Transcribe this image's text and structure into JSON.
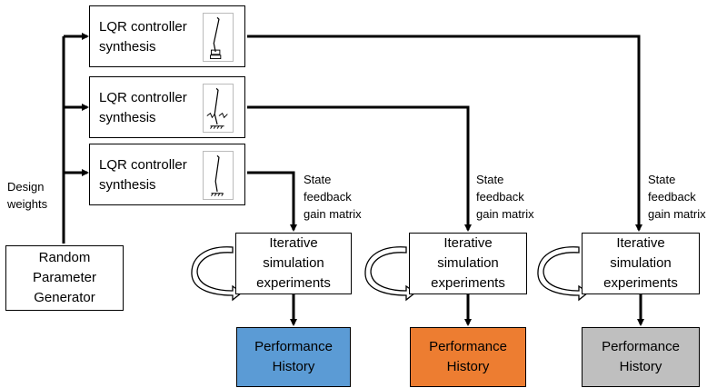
{
  "lqr_blocks": [
    {
      "label": "LQR controller\nsynthesis",
      "figure": "inverted-pendulum-on-cart-icon"
    },
    {
      "label": "LQR controller\nsynthesis",
      "figure": "pendulum-with-springs-icon"
    },
    {
      "label": "LQR controller\nsynthesis",
      "figure": "fixed-base-pendulum-icon"
    }
  ],
  "generator": {
    "label": "Random\nParameter\nGenerator"
  },
  "design_weights_label": "Design\nweights",
  "state_feedback_label": "State\nfeedback\ngain matrix",
  "experiments_label": "Iterative\nsimulation\nexperiments",
  "performance": [
    {
      "label": "Performance\nHistory",
      "color": "#5b9bd5"
    },
    {
      "label": "Performance\nHistory",
      "color": "#ed7d31"
    },
    {
      "label": "Performance\nHistory",
      "color": "#bfbfbf"
    }
  ]
}
